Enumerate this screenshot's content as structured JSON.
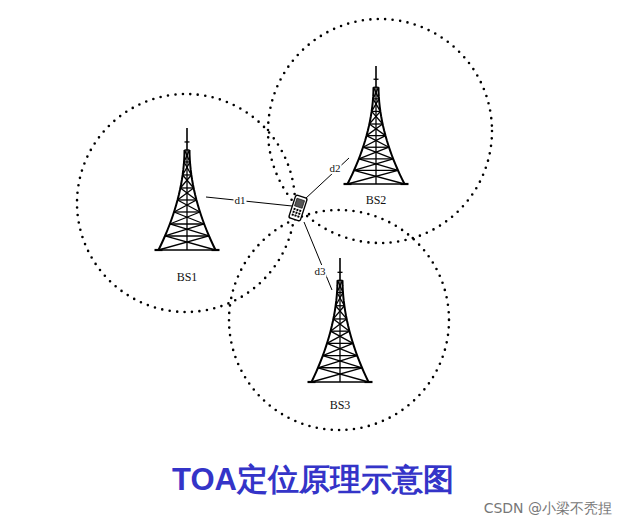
{
  "diagram": {
    "title": "TOA定位原理示意图",
    "nodes": [
      {
        "text": [
          "BS1"
        ]
      },
      {
        "text": [
          "BS2"
        ]
      },
      {
        "text": [
          "BS3"
        ]
      }
    ],
    "labels": [
      "d1",
      "d2",
      "d3",
      "CSDN @小梁不秃捏"
    ]
  }
}
